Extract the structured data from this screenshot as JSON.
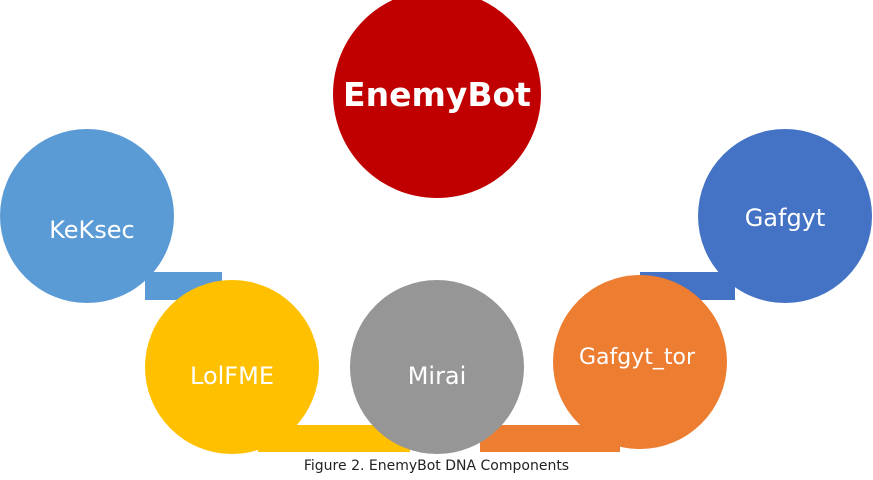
{
  "diagram": {
    "center": {
      "label": "EnemyBot",
      "color": "#C00000"
    },
    "components": [
      {
        "id": "keksec",
        "label": "KeKsec",
        "color": "#5B9BD5"
      },
      {
        "id": "gafgyt",
        "label": "Gafgyt",
        "color": "#4472C4"
      },
      {
        "id": "lolfme",
        "label": "LolFME",
        "color": "#FFC000"
      },
      {
        "id": "mirai",
        "label": "Mirai",
        "color": "#969696"
      },
      {
        "id": "gafgyt_tor",
        "label": "Gafgyt_tor",
        "color": "#ED7D31"
      }
    ]
  },
  "caption": "Figure 2. EnemyBot DNA Components"
}
